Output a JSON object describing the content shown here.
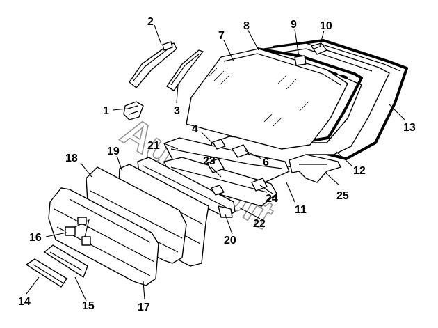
{
  "diagram": {
    "watermark_text": "AutoSoft",
    "callouts": [
      {
        "id": "callout-1",
        "number": "1"
      },
      {
        "id": "callout-2",
        "number": "2"
      },
      {
        "id": "callout-3",
        "number": "3"
      },
      {
        "id": "callout-4",
        "number": "4"
      },
      {
        "id": "callout-6",
        "number": "6"
      },
      {
        "id": "callout-7",
        "number": "7"
      },
      {
        "id": "callout-8",
        "number": "8"
      },
      {
        "id": "callout-9",
        "number": "9"
      },
      {
        "id": "callout-10",
        "number": "10"
      },
      {
        "id": "callout-11",
        "number": "11"
      },
      {
        "id": "callout-12",
        "number": "12"
      },
      {
        "id": "callout-13",
        "number": "13"
      },
      {
        "id": "callout-14",
        "number": "14"
      },
      {
        "id": "callout-15",
        "number": "15"
      },
      {
        "id": "callout-16",
        "number": "16"
      },
      {
        "id": "callout-17",
        "number": "17"
      },
      {
        "id": "callout-18",
        "number": "18"
      },
      {
        "id": "callout-19",
        "number": "19"
      },
      {
        "id": "callout-20",
        "number": "20"
      },
      {
        "id": "callout-21",
        "number": "21"
      },
      {
        "id": "callout-22",
        "number": "22"
      },
      {
        "id": "callout-23",
        "number": "23"
      },
      {
        "id": "callout-24",
        "number": "24"
      },
      {
        "id": "callout-25",
        "number": "25"
      }
    ]
  }
}
